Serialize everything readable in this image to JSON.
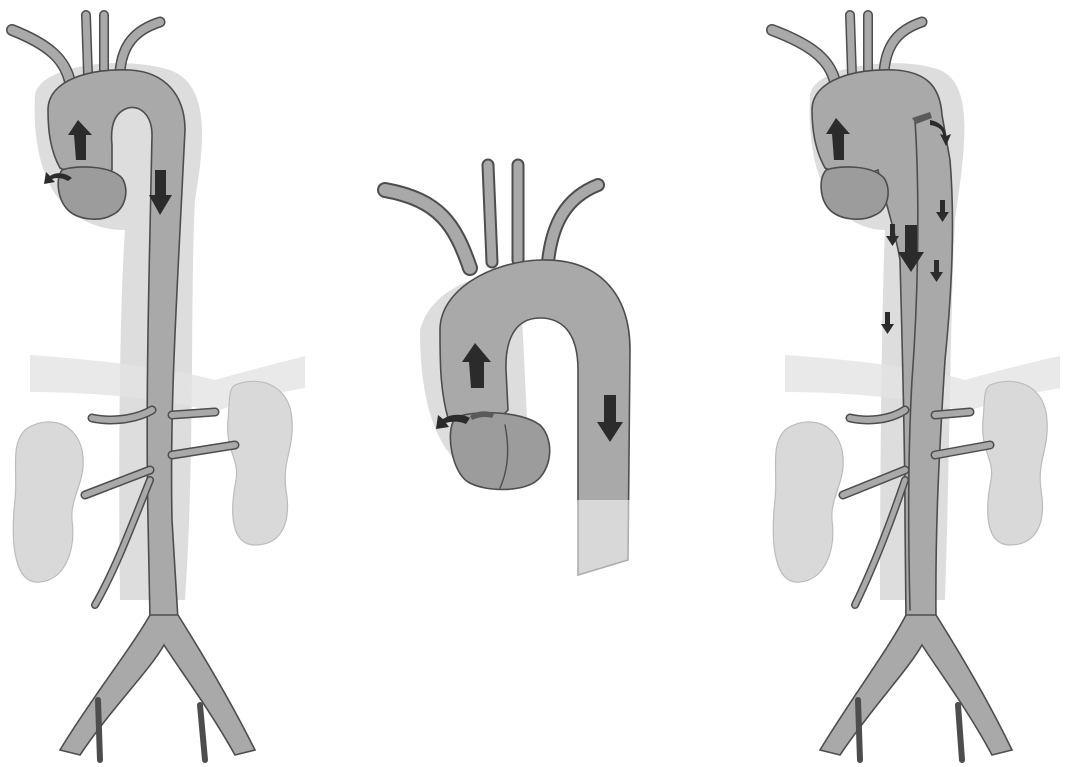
{
  "figure": {
    "panels": [
      {
        "id": "full-aorta-normal",
        "arrows": [
          "ascending-up",
          "root-curl",
          "descending-down"
        ]
      },
      {
        "id": "aortic-arch-closeup",
        "arrows": [
          "ascending-up",
          "root-curl",
          "descending-down"
        ]
      },
      {
        "id": "full-aorta-dissection",
        "arrows": [
          "ascending-up",
          "flap-curl",
          "true-lumen-down",
          "false-lumen-down-multiple"
        ]
      }
    ],
    "colors": {
      "vessel_fill": "#a9a9a9",
      "vessel_outline": "#4d4d4d",
      "organ_fill": "#d9d9d9",
      "arrow": "#2b2b2b",
      "background": "#ffffff"
    }
  }
}
